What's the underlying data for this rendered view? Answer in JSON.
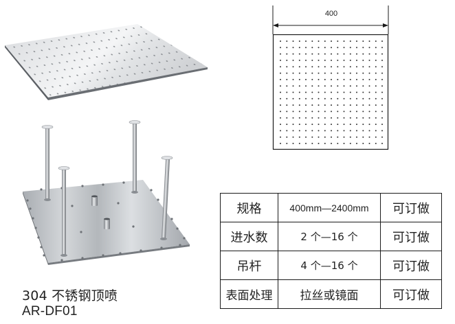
{
  "drawing": {
    "dimension_label": "400",
    "dot_grid": {
      "columns": 17,
      "rows": 17
    }
  },
  "caption": {
    "line1": "304 不锈钢顶喷",
    "line2": "AR-DF01"
  },
  "spec_table": {
    "rows": [
      {
        "label": "规格",
        "value": "400mm—2400mm",
        "note": "可订做"
      },
      {
        "label": "进水数",
        "value": "2 个—16 个",
        "note": "可订做"
      },
      {
        "label": "吊杆",
        "value": "4 个—16 个",
        "note": "可订做"
      },
      {
        "label": "表面处理",
        "value": "拉丝或镜面",
        "note": "可订做"
      }
    ]
  },
  "colors": {
    "steel_light": "#e6e7e9",
    "steel_mid": "#b8bbbf",
    "steel_dark": "#6e7277",
    "line": "#1a1a1a"
  }
}
